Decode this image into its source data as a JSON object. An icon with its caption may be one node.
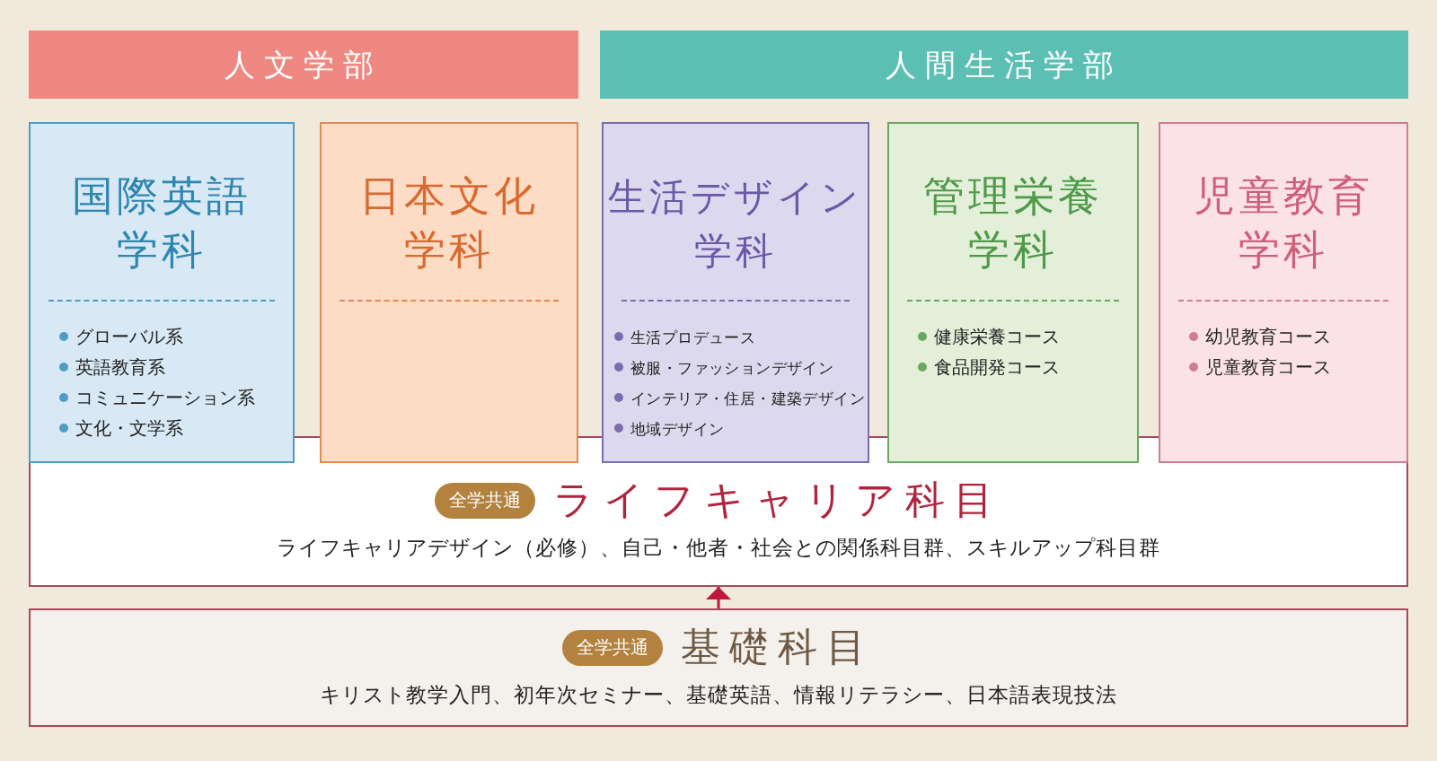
{
  "diagram": {
    "nodes": [
      {
        "text": [
          "人文学部"
        ]
      },
      {
        "text": [
          "人間生活学部"
        ]
      },
      {
        "text": [
          "国際英語学科",
          "グローバル系",
          "英語教育系",
          "コミュニケーション系",
          "文化・文学系"
        ]
      },
      {
        "text": [
          "日本文化学科"
        ]
      },
      {
        "text": [
          "生活デザイン学科",
          "生活プロデュース",
          "被服・ファッションデザイン",
          "インテリア・住居・建築デザイン",
          "地域デザイン"
        ]
      },
      {
        "text": [
          "管理栄養学科",
          "健康栄養コース",
          "食品開発コース"
        ]
      },
      {
        "text": [
          "児童教育学科",
          "幼児教育コース",
          "児童教育コース"
        ]
      },
      {
        "text": [
          "ライフキャリア科目",
          "ライフキャリアデザイン（必修）、自己・他者・社会との関係科目群、スキルアップ科目群"
        ]
      },
      {
        "text": [
          "全学共通"
        ],
        "in": 7
      },
      {
        "text": [
          "基礎科目",
          "キリスト教学入門、初年次セミナー、基礎英語、情報リテラシー、日本語表現技法"
        ]
      },
      {
        "text": [
          "全学共通"
        ],
        "in": 9
      }
    ],
    "edges": [
      {
        "from": 9,
        "to": 7,
        "arrow": "to"
      }
    ]
  }
}
